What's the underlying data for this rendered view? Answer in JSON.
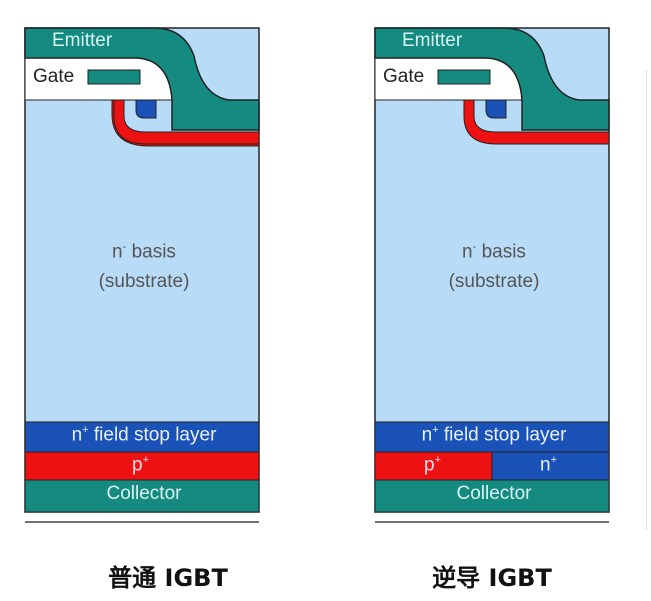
{
  "panels": [
    {
      "caption": "普通 IGBT",
      "emitter": "Emitter",
      "gate": "Gate",
      "basis_n": "n",
      "basis_sup": "-",
      "basis": "basis",
      "substrate": "(substrate)",
      "field_stop_n": "n",
      "field_stop_sup": "+",
      "field_stop": "field stop layer",
      "p": "p",
      "p_sup": "+",
      "collector": "Collector"
    },
    {
      "caption": "逆导 IGBT",
      "emitter": "Emitter",
      "gate": "Gate",
      "basis_n": "n",
      "basis_sup": "-",
      "basis": "basis",
      "substrate": "(substrate)",
      "field_stop_n": "n",
      "field_stop_sup": "+",
      "field_stop": "field stop layer",
      "p": "p",
      "p_sup": "+",
      "n": "n",
      "n_sup": "+",
      "collector": "Collector"
    }
  ],
  "colors": {
    "emitter": "#148a80",
    "substrate": "#b8dcf8",
    "n_plus": "#1a52b8",
    "p_plus": "#ee1111"
  }
}
